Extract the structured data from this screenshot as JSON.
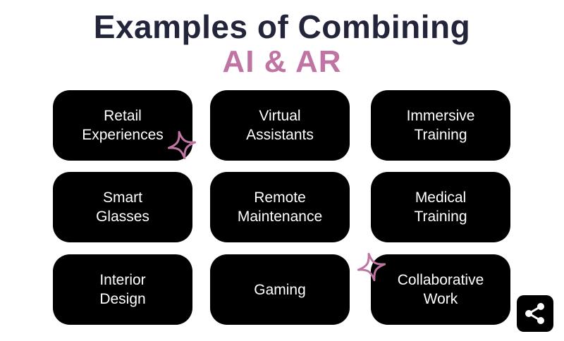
{
  "heading": {
    "title": "Examples of Combining",
    "subtitle": "AI & AR"
  },
  "cards": [
    "Retail\nExperiences",
    "Virtual\nAssistants",
    "Immersive\nTraining",
    "Smart\nGlasses",
    "Remote\nMaintenance",
    "Medical\nTraining",
    "Interior\nDesign",
    "Gaming",
    "Collaborative\nWork"
  ],
  "colors": {
    "title": "#23253a",
    "accent": "#c074a4",
    "card_bg": "#000000",
    "card_text": "#ffffff"
  },
  "icons": {
    "sparkle": "sparkle-icon",
    "share": "share-icon"
  }
}
